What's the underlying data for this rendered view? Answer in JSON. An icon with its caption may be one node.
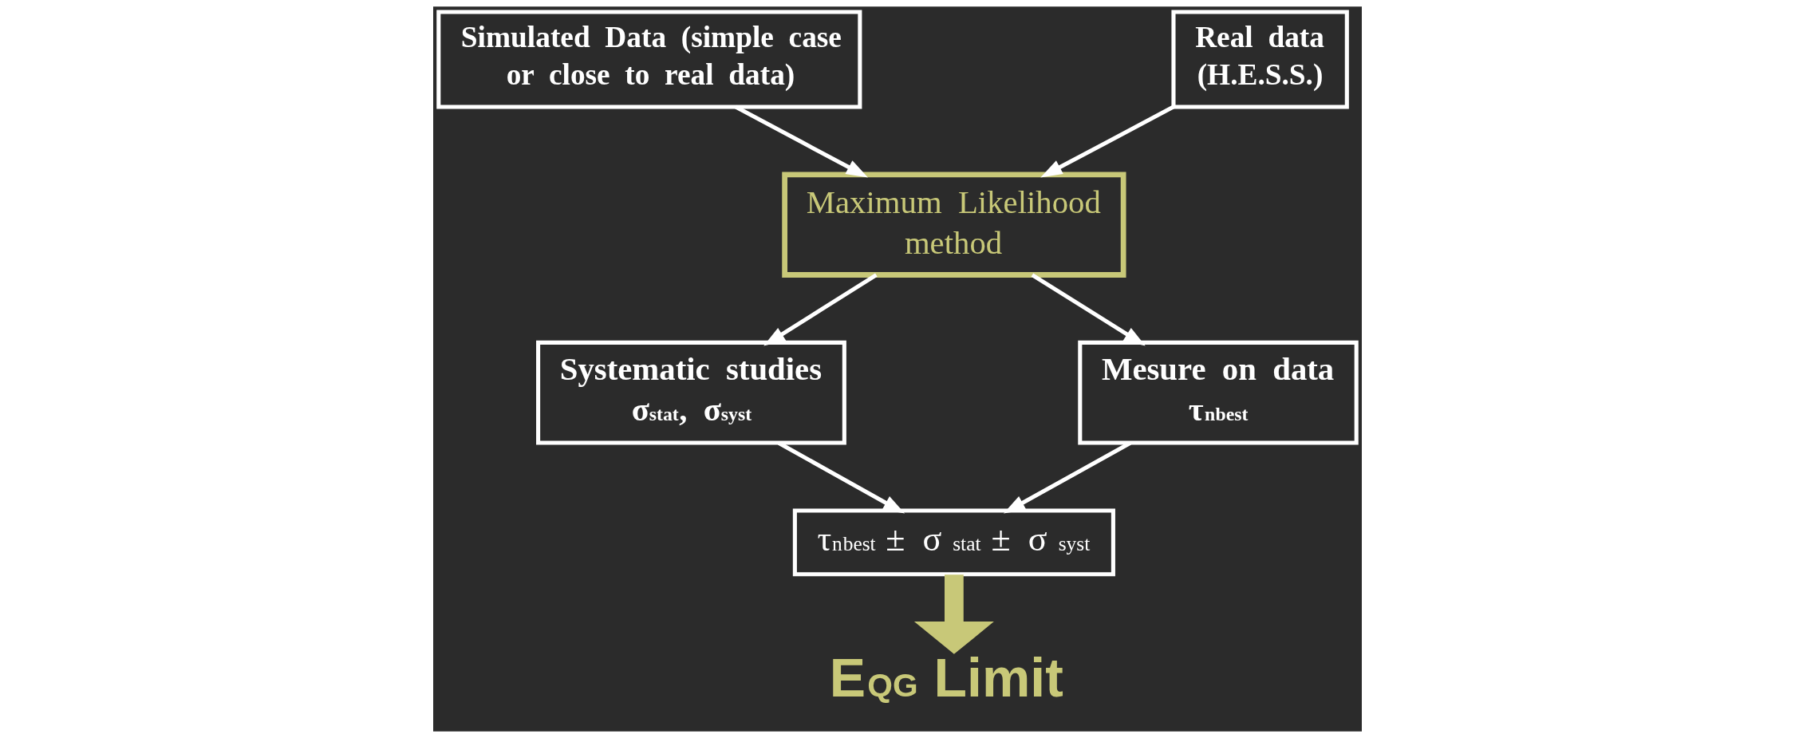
{
  "diagram": {
    "nodes": [
      {
        "text": [
          "Simulated Data (simple case or close to real data)"
        ]
      },
      {
        "text": [
          "Real data (H.E.S.S.)"
        ]
      },
      {
        "text": [
          "Maximum Likelihood method"
        ]
      },
      {
        "text": [
          "Systematic studies",
          "σ$_{stat}$, σ$_{syst}$"
        ]
      },
      {
        "text": [
          "Mesure on data",
          "τ$_{n}$$^{best}$"
        ]
      },
      {
        "text": [
          "τ$_{n}$$^{best}$ ± σ$_{stat}$ ± σ$_{syst}$"
        ]
      },
      {
        "text": [
          "E$_{QG}$ Limit"
        ]
      }
    ],
    "edges": [
      {
        "from": 0,
        "to": 2,
        "arrow": "to"
      },
      {
        "from": 1,
        "to": 2,
        "arrow": "to"
      },
      {
        "from": 2,
        "to": 3,
        "arrow": "to"
      },
      {
        "from": 2,
        "to": 4,
        "arrow": "to"
      },
      {
        "from": 3,
        "to": 5,
        "arrow": "to"
      },
      {
        "from": 4,
        "to": 5,
        "arrow": "to"
      },
      {
        "from": 5,
        "to": 6,
        "arrow": "to",
        "style": "thick",
        "color": "#c8c878"
      }
    ]
  }
}
